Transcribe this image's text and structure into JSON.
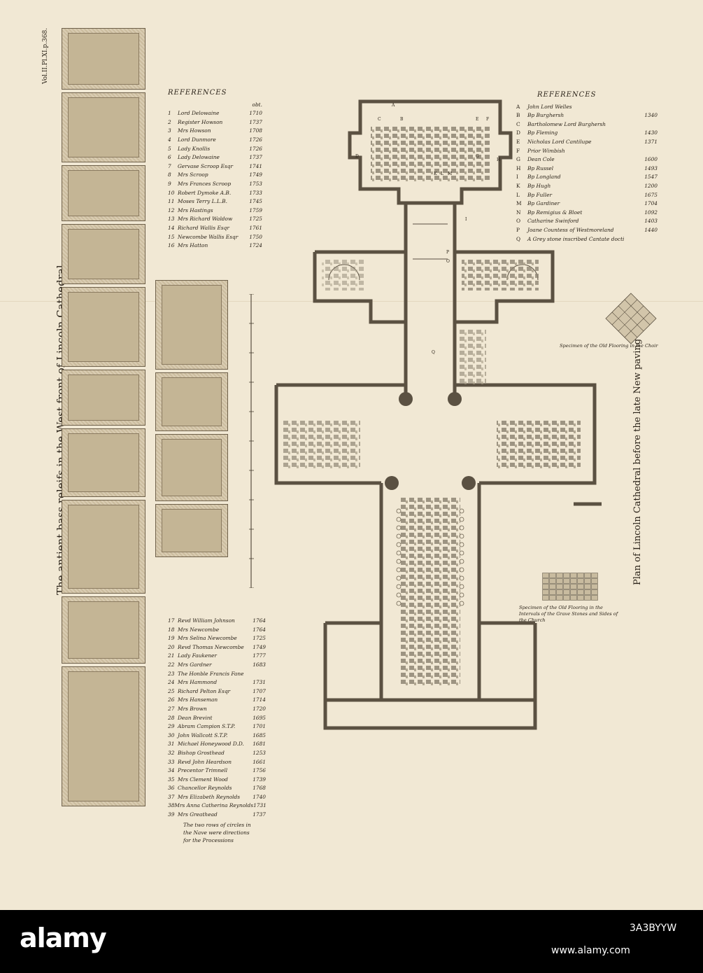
{
  "plate_ref": "Vol.II.Pl.XI.p.368.",
  "left_title": "The antient bass releifs in the West front of Lincoln Cathedral.",
  "right_title": "Plan of Lincoln Cathedral before the late New paving",
  "refs_left": {
    "heading": "REFERENCES",
    "year_heading": "obt.",
    "items": [
      {
        "n": "1",
        "name": "Lord Delowaine",
        "year": "1710"
      },
      {
        "n": "2",
        "name": "Register Howson",
        "year": "1737"
      },
      {
        "n": "3",
        "name": "Mrs Howson",
        "year": "1708"
      },
      {
        "n": "4",
        "name": "Lord Dunmore",
        "year": "1726"
      },
      {
        "n": "5",
        "name": "Lady Knollis",
        "year": "1726"
      },
      {
        "n": "6",
        "name": "Lady Delowaine",
        "year": "1737"
      },
      {
        "n": "7",
        "name": "Gervase Scroop Esqr",
        "year": "1741"
      },
      {
        "n": "8",
        "name": "Mrs Scroop",
        "year": "1749"
      },
      {
        "n": "9",
        "name": "Mrs Frances Scroop",
        "year": "1753"
      },
      {
        "n": "10",
        "name": "Robert Dymoke A.B.",
        "year": "1733"
      },
      {
        "n": "11",
        "name": "Moses Terry L.L.B.",
        "year": "1745"
      },
      {
        "n": "12",
        "name": "Mrs Hastings",
        "year": "1759"
      },
      {
        "n": "13",
        "name": "Mrs Richard Waldow",
        "year": "1725"
      },
      {
        "n": "14",
        "name": "Richard Wallis Esqr",
        "year": "1761"
      },
      {
        "n": "15",
        "name": "Newcombe Wallis Esqr",
        "year": "1750"
      },
      {
        "n": "16",
        "name": "Mrs Hatton",
        "year": "1724"
      }
    ]
  },
  "refs_left2": {
    "items": [
      {
        "n": "17",
        "name": "Revd William Johnson",
        "year": "1764"
      },
      {
        "n": "18",
        "name": "Mrs Newcombe",
        "year": "1764"
      },
      {
        "n": "19",
        "name": "Mrs Selina Newcombe",
        "year": "1725"
      },
      {
        "n": "20",
        "name": "Revd Thomas Newcombe",
        "year": "1749"
      },
      {
        "n": "21",
        "name": "Lady Faukener",
        "year": "1777"
      },
      {
        "n": "22",
        "name": "Mrs Gardner",
        "year": "1683"
      },
      {
        "n": "23",
        "name": "The Honble Francis Fane",
        "year": ""
      },
      {
        "n": "24",
        "name": "Mrs Hammond",
        "year": "1731"
      },
      {
        "n": "25",
        "name": "Richard Pelton Esqr",
        "year": "1707"
      },
      {
        "n": "26",
        "name": "Mrs Hanseman",
        "year": "1714"
      },
      {
        "n": "27",
        "name": "Mrs Brown",
        "year": "1720"
      },
      {
        "n": "28",
        "name": "Dean Brevint",
        "year": "1695"
      },
      {
        "n": "29",
        "name": "Abram Campion S.T.P.",
        "year": "1701"
      },
      {
        "n": "30",
        "name": "John Wallcott S.T.P.",
        "year": "1685"
      },
      {
        "n": "31",
        "name": "Michael Honeywood D.D.",
        "year": "1681"
      },
      {
        "n": "32",
        "name": "Bishop Grosthead",
        "year": "1253"
      },
      {
        "n": "33",
        "name": "Revd John Heardson",
        "year": "1661"
      },
      {
        "n": "34",
        "name": "Precentor Trimnell",
        "year": "1756"
      },
      {
        "n": "35",
        "name": "Mrs Clement Wood",
        "year": "1739"
      },
      {
        "n": "36",
        "name": "Chancellor Reynolds",
        "year": "1768"
      },
      {
        "n": "37",
        "name": "Mrs Elizabeth Reynolds",
        "year": "1740"
      },
      {
        "n": "38",
        "name": "Mrs Anna Catherina Reynolds",
        "year": "1731"
      },
      {
        "n": "39",
        "name": "Mrs Greathead",
        "year": "1737"
      }
    ],
    "note": "The two rows of circles in the Nave were directions for the Processions"
  },
  "refs_right": {
    "heading": "REFERENCES",
    "items": [
      {
        "n": "A",
        "name": "John Lord Welles",
        "year": ""
      },
      {
        "n": "B",
        "name": "Bp Burghersh",
        "year": "1340"
      },
      {
        "n": "C",
        "name": "Bartholomew Lord Burghersh",
        "year": ""
      },
      {
        "n": "D",
        "name": "Bp Fleming",
        "year": "1430"
      },
      {
        "n": "E",
        "name": "Nicholas Lord Cantilupe",
        "year": "1371"
      },
      {
        "n": "F",
        "name": "Prior Wimbish",
        "year": ""
      },
      {
        "n": "G",
        "name": "Dean Cole",
        "year": "1600"
      },
      {
        "n": "H",
        "name": "Bp Russel",
        "year": "1493"
      },
      {
        "n": "I",
        "name": "Bp Longland",
        "year": "1547"
      },
      {
        "n": "K",
        "name": "Bp Hugh",
        "year": "1200"
      },
      {
        "n": "L",
        "name": "Bp Fuller",
        "year": "1675"
      },
      {
        "n": "M",
        "name": "Bp Gardiner",
        "year": "1704"
      },
      {
        "n": "N",
        "name": "Bp Remigius & Bloet",
        "year": "1092"
      },
      {
        "n": "O",
        "name": "Catharine Swinford",
        "year": "1403"
      },
      {
        "n": "P",
        "name": "Joane Countess of Westmoreland",
        "year": "1440"
      },
      {
        "n": "Q",
        "name": "A Grey stone inscribed Cantate docti",
        "year": ""
      }
    ]
  },
  "caption_choir": "Specimen of the Old Flooring in the Choir",
  "caption_floor": "Specimen of the Old Flooring in the Intervals of the Grave Stones and Sides of the Church",
  "plan_letters": [
    "A",
    "B",
    "C",
    "D",
    "E",
    "F",
    "G",
    "H",
    "I",
    "K",
    "L",
    "M",
    "P",
    "O",
    "Q"
  ],
  "watermark": {
    "brand": "alamy",
    "stock_id": "3A3BYYW",
    "url": "www.alamy.com"
  }
}
